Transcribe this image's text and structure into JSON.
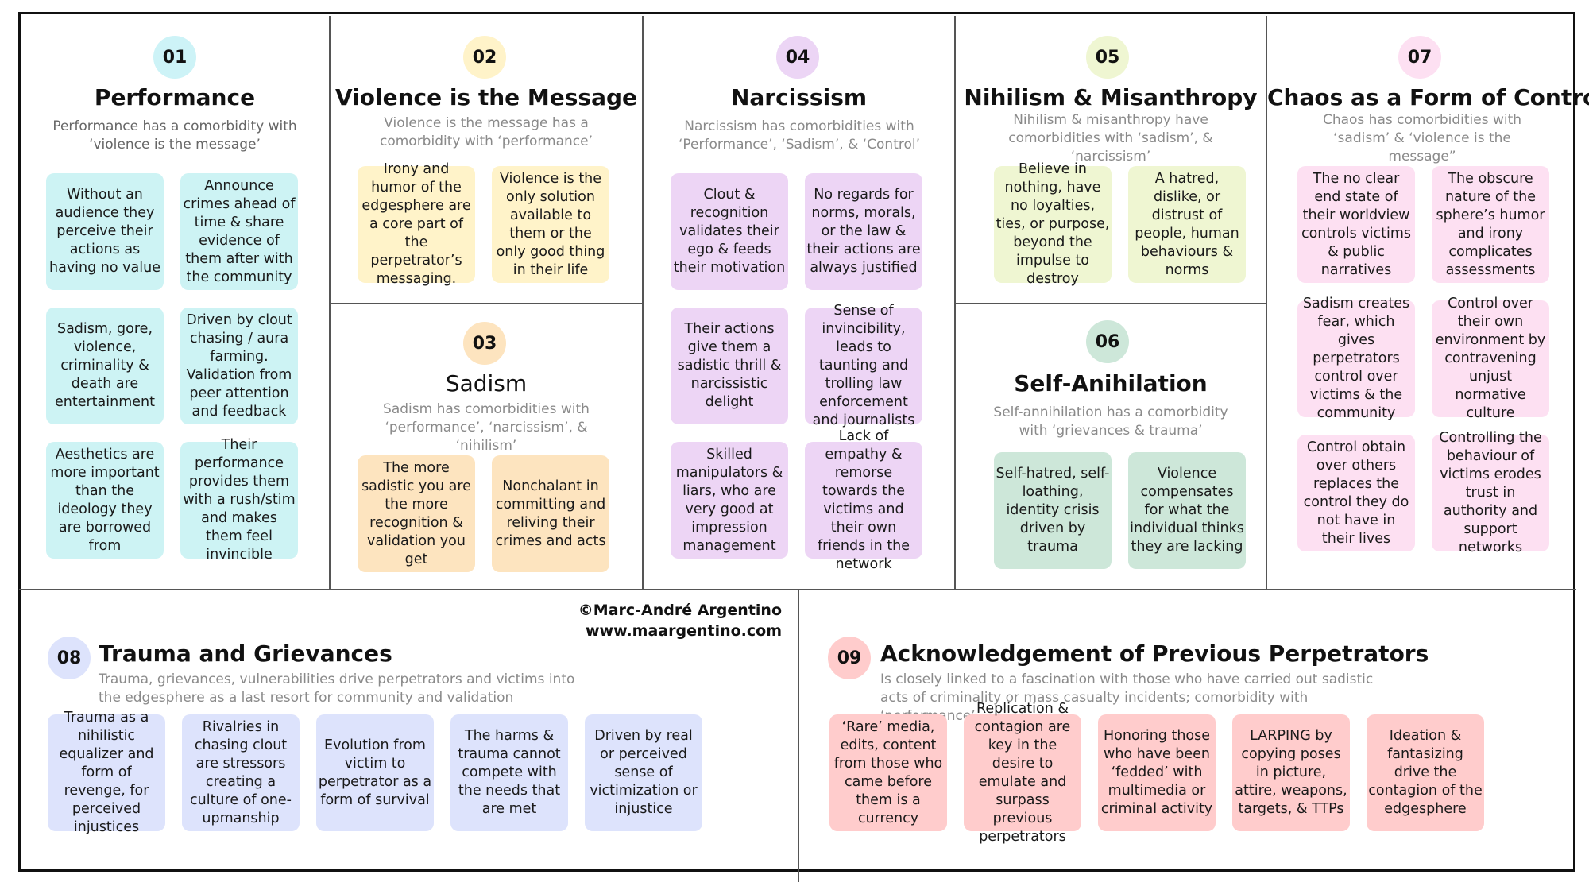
{
  "credit": {
    "author": "©Marc-André Argentino",
    "website": "www.maargentino.com"
  },
  "sections": [
    {
      "number": "01",
      "title": "Performance",
      "subtitle": "Performance has a comorbidity with ‘violence is the message’",
      "color": "#cdf3f4",
      "cards": [
        "Without an audience they perceive their actions as having no value",
        "Announce crimes ahead of time & share evidence of them after with the community",
        "Sadism, gore, violence, criminality & death are entertainment",
        "Driven by clout chasing / aura farming. Validation from peer attention and feedback",
        "Aesthetics are more important than the ideology they are borrowed from",
        "Their performance provides them with a rush/stim and makes them feel invincible"
      ]
    },
    {
      "number": "02",
      "title": "Violence is the Message",
      "subtitle": "Violence is the message has a comorbidity with ‘performance’",
      "color": "#fff3c9",
      "cards": [
        "Irony and humor of the edgesphere are a core part of the perpetrator’s messaging.",
        "Violence is the only solution available to them or the only good thing in their life"
      ]
    },
    {
      "number": "03",
      "title": "Sadism",
      "subtitle": "Sadism has comorbidities with ‘performance’, ‘narcissism’, & ‘nihilism’",
      "color": "#fde4bf",
      "cards": [
        "The more sadistic you are the more recognition & validation you get",
        "Nonchalant in committing and reliving their crimes and acts"
      ]
    },
    {
      "number": "04",
      "title": "Narcissism",
      "subtitle": "Narcissism has comorbidities with ‘Performance’, ‘Sadism’, & ‘Control’",
      "color": "#edd5f5",
      "cards": [
        "Clout & recognition validates their ego & feeds their motivation",
        "No regards for norms, morals, or the law & their actions are always justified",
        "Their actions give them a sadistic thrill & narcissistic delight",
        "Sense of invincibility, leads to taunting and trolling law enforcement and journalists",
        "Skilled manipulators & liars, who are very good at impression management",
        "Lack of empathy & remorse towards the victims and their own friends in the network"
      ]
    },
    {
      "number": "05",
      "title": "Nihilism & Misanthropy",
      "subtitle": "Nihilism & misanthropy have comorbidities with ‘sadism’, & ‘narcissism’",
      "color": "#eff6d2",
      "cards": [
        "Believe in nothing, have no loyalties, ties, or purpose, beyond the impulse to destroy",
        "A hatred, dislike, or distrust of people, human behaviours & norms"
      ]
    },
    {
      "number": "06",
      "title": "Self-Anihilation",
      "subtitle": "Self-annihilation has a comorbidity with ‘grievances & trauma’",
      "color": "#cde7d9",
      "cards": [
        "Self-hatred, self-loathing, identity crisis driven by trauma",
        "Violence compensates for what the individual thinks they are lacking"
      ]
    },
    {
      "number": "07",
      "title": "Chaos as a Form of Control",
      "subtitle": "Chaos has comorbidities with ‘sadism’ & ‘violence is the message”",
      "color": "#fde0f2",
      "cards": [
        "The no clear end state of their worldview controls victims & public narratives",
        "The obscure nature of the sphere’s humor and irony complicates assessments",
        "Sadism creates fear, which gives perpetrators control over victims & the community",
        "Control over their own environment by contravening unjust normative culture",
        "Control obtain over others replaces the control they do not have in their lives",
        "Controlling the behaviour of victims erodes trust in authority and support networks"
      ]
    },
    {
      "number": "08",
      "title": "Trauma and Grievances",
      "subtitle": "Trauma, grievances, vulnerabilities drive perpetrators and victims into the edgesphere as a last resort for community and validation",
      "color": "#dde3fc",
      "cards": [
        "Trauma as a nihilistic equalizer and form of revenge, for perceived injustices",
        "Rivalries in chasing clout are stressors creating a culture of one-upmanship",
        "Evolution from victim to perpetrator as a form of survival",
        "The harms & trauma cannot compete with the needs that are met",
        "Driven by real or perceived sense of victimization or injustice"
      ]
    },
    {
      "number": "09",
      "title": "Acknowledgement of Previous Perpetrators",
      "subtitle": "Is closely linked to a fascination with those who have carried out sadistic acts of criminality or mass casualty incidents; comorbidity with ‘performance’",
      "color": "#ffcccc",
      "cards": [
        "‘Rare’ media, edits, content from those who came before them is a currency",
        "Replication & contagion are key in the desire to emulate and surpass previous perpetrators",
        "Honoring those who have been ‘fedded’ with multimedia or criminal activity",
        "LARPING by copying poses in picture, attire, weapons, targets, & TTPs",
        "Ideation & fantasizing drive the contagion of the edgesphere"
      ]
    }
  ]
}
